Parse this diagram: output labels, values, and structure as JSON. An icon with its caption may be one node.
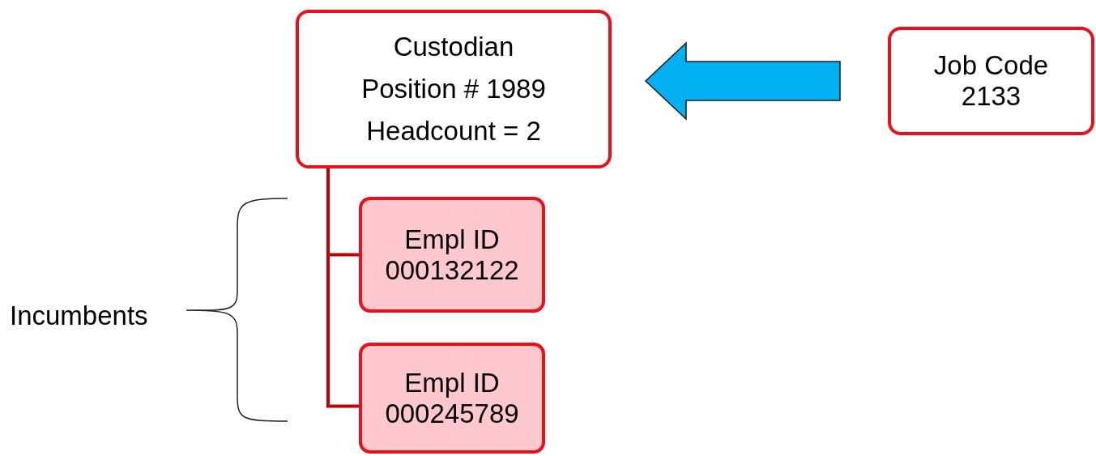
{
  "diagram": {
    "nodes": [
      {
        "text": [
          "Custodian",
          "Position # 1989",
          "Headcount = 2"
        ]
      },
      {
        "text": [
          "Job Code 2133"
        ]
      },
      {
        "text": [
          "Empl ID 000132122"
        ]
      },
      {
        "text": [
          "Empl ID 000245789"
        ]
      }
    ],
    "edges": [
      {
        "from": 1,
        "to": 0,
        "arrow": "to",
        "style": "thick",
        "color": "#00b0f0"
      },
      {
        "from": 0,
        "to": 2,
        "arrow": "none",
        "color": "#c00000"
      },
      {
        "from": 0,
        "to": 3,
        "arrow": "none",
        "color": "#c00000"
      }
    ],
    "labels": [
      "Incumbents"
    ]
  }
}
